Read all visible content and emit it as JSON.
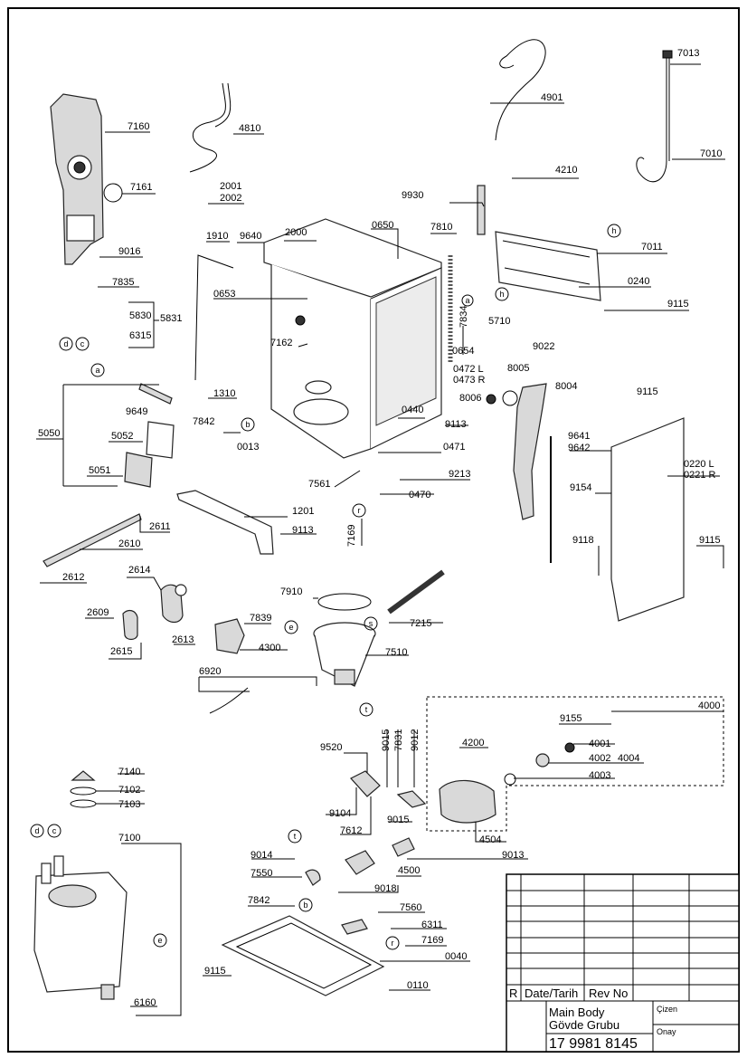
{
  "parts": [
    {
      "id": "p7013",
      "text": "7013"
    },
    {
      "id": "p7010",
      "text": "7010"
    },
    {
      "id": "p4901",
      "text": "4901"
    },
    {
      "id": "p7160",
      "text": "7160"
    },
    {
      "id": "p4810",
      "text": "4810"
    },
    {
      "id": "p4210",
      "text": "4210"
    },
    {
      "id": "p7161",
      "text": "7161"
    },
    {
      "id": "p2001",
      "text": "2001"
    },
    {
      "id": "p2002",
      "text": "2002"
    },
    {
      "id": "p9930",
      "text": "9930"
    },
    {
      "id": "p9016",
      "text": "9016"
    },
    {
      "id": "p1910",
      "text": "1910"
    },
    {
      "id": "p9640",
      "text": "9640"
    },
    {
      "id": "p2000",
      "text": "2000"
    },
    {
      "id": "p0650",
      "text": "0650"
    },
    {
      "id": "p7810",
      "text": "7810"
    },
    {
      "id": "p7011",
      "text": "7011"
    },
    {
      "id": "p7835",
      "text": "7835"
    },
    {
      "id": "p0240",
      "text": "0240"
    },
    {
      "id": "p0653",
      "text": "0653"
    },
    {
      "id": "p9115a",
      "text": "9115"
    },
    {
      "id": "p5830",
      "text": "5830"
    },
    {
      "id": "p5831",
      "text": "5831"
    },
    {
      "id": "p7834",
      "text": "7834"
    },
    {
      "id": "p5710",
      "text": "5710"
    },
    {
      "id": "p6315",
      "text": "6315"
    },
    {
      "id": "p7162",
      "text": "7162"
    },
    {
      "id": "p9022",
      "text": "9022"
    },
    {
      "id": "p0654",
      "text": "0654"
    },
    {
      "id": "p0472",
      "text": "0472 L"
    },
    {
      "id": "p8005",
      "text": "8005"
    },
    {
      "id": "p0473",
      "text": "0473 R"
    },
    {
      "id": "p8004",
      "text": "8004"
    },
    {
      "id": "p1310",
      "text": "1310"
    },
    {
      "id": "p8006",
      "text": "8006"
    },
    {
      "id": "p9115b",
      "text": "9115"
    },
    {
      "id": "p0440",
      "text": "0440"
    },
    {
      "id": "p9649",
      "text": "9649"
    },
    {
      "id": "p7842a",
      "text": "7842"
    },
    {
      "id": "p9113a",
      "text": "9113"
    },
    {
      "id": "p5050",
      "text": "5050"
    },
    {
      "id": "p5052",
      "text": "5052"
    },
    {
      "id": "p0013",
      "text": "0013"
    },
    {
      "id": "p0471",
      "text": "0471"
    },
    {
      "id": "p9641",
      "text": "9641"
    },
    {
      "id": "p9642",
      "text": "9642"
    },
    {
      "id": "p0220",
      "text": "0220 L"
    },
    {
      "id": "p0221",
      "text": "0221 R"
    },
    {
      "id": "p5051",
      "text": "5051"
    },
    {
      "id": "p7561",
      "text": "7561"
    },
    {
      "id": "p9213",
      "text": "9213"
    },
    {
      "id": "p0470",
      "text": "0470"
    },
    {
      "id": "p9154",
      "text": "9154"
    },
    {
      "id": "p1201",
      "text": "1201"
    },
    {
      "id": "p2611",
      "text": "2611"
    },
    {
      "id": "p9113b",
      "text": "9113"
    },
    {
      "id": "p7169a",
      "text": "7169"
    },
    {
      "id": "p2610",
      "text": "2610"
    },
    {
      "id": "p9118",
      "text": "9118"
    },
    {
      "id": "p9115c",
      "text": "9115"
    },
    {
      "id": "p2612",
      "text": "2612"
    },
    {
      "id": "p2614",
      "text": "2614"
    },
    {
      "id": "p7910",
      "text": "7910"
    },
    {
      "id": "p2609",
      "text": "2609"
    },
    {
      "id": "p7839",
      "text": "7839"
    },
    {
      "id": "p7215",
      "text": "7215"
    },
    {
      "id": "p2613",
      "text": "2613"
    },
    {
      "id": "p2615",
      "text": "2615"
    },
    {
      "id": "p4300",
      "text": "4300"
    },
    {
      "id": "p7510",
      "text": "7510"
    },
    {
      "id": "p6920",
      "text": "6920"
    },
    {
      "id": "p4000",
      "text": "4000"
    },
    {
      "id": "p9155",
      "text": "9155"
    },
    {
      "id": "p9520",
      "text": "9520"
    },
    {
      "id": "p9015a",
      "text": "9015"
    },
    {
      "id": "p7831",
      "text": "7831"
    },
    {
      "id": "p9012",
      "text": "9012"
    },
    {
      "id": "p4200",
      "text": "4200"
    },
    {
      "id": "p4001",
      "text": "4001"
    },
    {
      "id": "p4002",
      "text": "4002"
    },
    {
      "id": "p4004",
      "text": "4004"
    },
    {
      "id": "p4003",
      "text": "4003"
    },
    {
      "id": "p7140",
      "text": "7140"
    },
    {
      "id": "p7102",
      "text": "7102"
    },
    {
      "id": "p7103",
      "text": "7103"
    },
    {
      "id": "p9104",
      "text": "9104"
    },
    {
      "id": "p9015b",
      "text": "9015"
    },
    {
      "id": "p7100",
      "text": "7100"
    },
    {
      "id": "p7612",
      "text": "7612"
    },
    {
      "id": "p4504",
      "text": "4504"
    },
    {
      "id": "p9014",
      "text": "9014"
    },
    {
      "id": "p9013",
      "text": "9013"
    },
    {
      "id": "p7550",
      "text": "7550"
    },
    {
      "id": "p4500",
      "text": "4500"
    },
    {
      "id": "p9018",
      "text": "9018"
    },
    {
      "id": "p7842b",
      "text": "7842"
    },
    {
      "id": "p7560",
      "text": "7560"
    },
    {
      "id": "p6311",
      "text": "6311"
    },
    {
      "id": "p7169b",
      "text": "7169"
    },
    {
      "id": "p0040",
      "text": "0040"
    },
    {
      "id": "p9115d",
      "text": "9115"
    },
    {
      "id": "p0110",
      "text": "0110"
    },
    {
      "id": "p6160",
      "text": "6160"
    }
  ],
  "markers": [
    {
      "id": "m_d1",
      "text": "d"
    },
    {
      "id": "m_c1",
      "text": "c"
    },
    {
      "id": "m_a1",
      "text": "a"
    },
    {
      "id": "m_h1",
      "text": "h"
    },
    {
      "id": "m_a2",
      "text": "a"
    },
    {
      "id": "m_h2",
      "text": "h"
    },
    {
      "id": "m_b1",
      "text": "b"
    },
    {
      "id": "m_r1",
      "text": "r"
    },
    {
      "id": "m_s1",
      "text": "s"
    },
    {
      "id": "m_e1",
      "text": "e"
    },
    {
      "id": "m_t1",
      "text": "t"
    },
    {
      "id": "m_d2",
      "text": "d"
    },
    {
      "id": "m_c2",
      "text": "c"
    },
    {
      "id": "m_e2",
      "text": "e"
    },
    {
      "id": "m_t2",
      "text": "t"
    },
    {
      "id": "m_b2",
      "text": "b"
    },
    {
      "id": "m_r2",
      "text": "r"
    }
  ],
  "title_block": {
    "revision_letter": "R",
    "date_label": "Date/Tarih",
    "rev_label": "Rev No",
    "title_en": "Main Body",
    "title_tr": "Gövde Grubu",
    "drawing_number": "17 9981 8145",
    "drawn_label": "Çizen",
    "approved_label": "Onay"
  }
}
